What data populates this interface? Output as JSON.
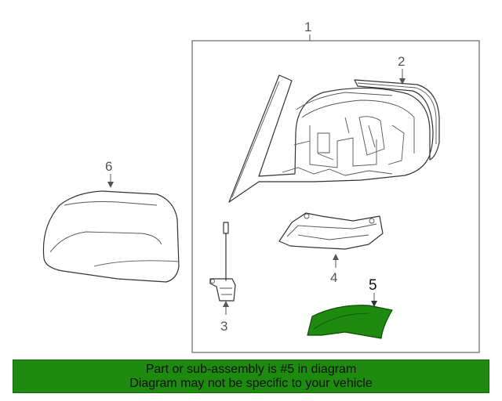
{
  "diagram": {
    "callouts": {
      "c1": "1",
      "c2": "2",
      "c3": "3",
      "c4": "4",
      "c5": "5",
      "c6": "6"
    },
    "highlight_part": "5",
    "highlight_color": "#1e8a10",
    "line_color": "#333333"
  },
  "banner": {
    "line1": "Part or sub-assembly is #5 in diagram",
    "line2": "Diagram may not be specific to your vehicle",
    "background": "#1e8a10"
  }
}
